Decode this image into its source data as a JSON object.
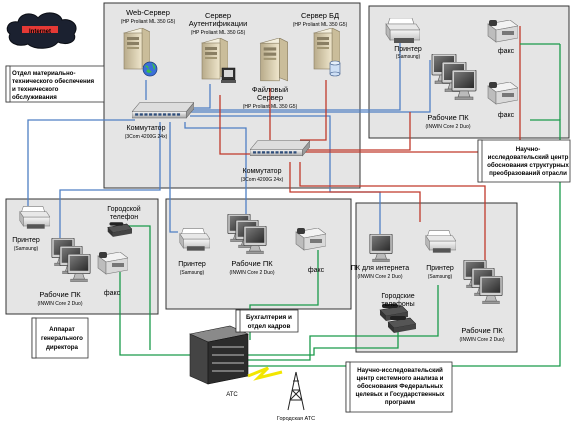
{
  "cloud": {
    "label": "Internet"
  },
  "server_room": {
    "title": "Отдел материально-технического обеспечения и технического обслуживания",
    "title_lines": [
      "Отдел материально-",
      "технического обеспечения",
      "и технического",
      "обслуживания"
    ],
    "web_server": {
      "name": "Web-Сервер",
      "model": "(HP Proliant ML 350 G5)"
    },
    "auth_server": {
      "name_lines": [
        "Сервер",
        "Аутентификации"
      ],
      "model": "(HP Proliant ML 350 G5)"
    },
    "db_server": {
      "name": "Сервер БД",
      "model": "(HP Proliant ML 350 G5)"
    },
    "file_server": {
      "name_lines": [
        "Файловый",
        "Сервер"
      ],
      "model": "(HP Proliant ML 350 G5)"
    },
    "switch1": {
      "name": "Коммутатор",
      "model": "(3Com 4200G 24x)"
    },
    "switch2": {
      "name": "Коммутатор",
      "model": "(3Com 4200G 24x)"
    }
  },
  "research_center_top": {
    "title_lines": [
      "Научно-",
      "исследовательский центр",
      "обоснования структурных",
      "преобразований отрасли"
    ],
    "printer": {
      "name": "Принтер",
      "model": "(Samsung)"
    },
    "fax1": "факс",
    "fax2": "факс",
    "pcs": {
      "name": "Рабочие ПК",
      "model": "(INWIN Core 2 Duo)"
    }
  },
  "director_office": {
    "title_lines": [
      "Аппарат",
      "генерального",
      "директора"
    ],
    "printer": {
      "name": "Принтер",
      "model": "(Samsung)"
    },
    "phone": {
      "lines": [
        "Городской",
        "телефон"
      ]
    },
    "fax": "факс",
    "pcs": {
      "name": "Рабочие ПК",
      "model": "(INWIN Core 2 Duo)"
    }
  },
  "accounting": {
    "title_lines": [
      "Бухгалтерия и",
      "отдел кадров"
    ],
    "printer": {
      "name": "Принтер",
      "model": "(Samsung)"
    },
    "pcs": {
      "name": "Рабочие ПК",
      "model": "(INWIN Core 2 Duo)"
    },
    "fax": "факс"
  },
  "research_center_bottom": {
    "title_lines": [
      "Научно-исследовательский",
      "центр системного анализа и",
      "обоснования Федеральных",
      "целевых и Государственных",
      "программ"
    ],
    "internet_pc": {
      "name": "ПК для интернета",
      "model": "(INWIN Core 2 Duo)"
    },
    "printer": {
      "name": "Принтер",
      "model": "(Samsung)"
    },
    "phones": {
      "lines": [
        "Городские",
        "телефоны"
      ]
    },
    "pcs": {
      "name": "Рабочие ПК",
      "model": "(INWIN Core 2 Duo)"
    }
  },
  "pbx": {
    "name": "АТС"
  },
  "city_pbx": {
    "name": "Городская АТС"
  },
  "colors": {
    "blue": "#4f7fc4",
    "red": "#c0392b",
    "green": "#1a9a4a",
    "box": "#e5e5e5"
  }
}
